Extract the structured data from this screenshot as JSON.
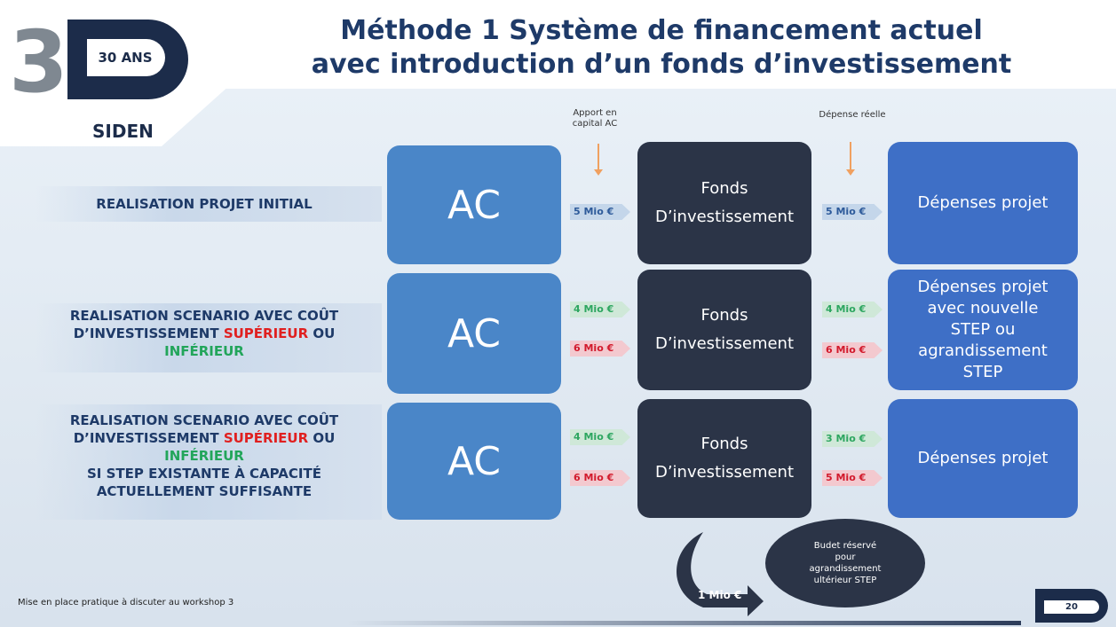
{
  "logo": {
    "number": "3",
    "years": "30 ANS",
    "brand": "SIDEN"
  },
  "title": {
    "line1": "Méthode 1 Système de financement actuel",
    "line2": "avec introduction d’un fonds d’investissement"
  },
  "column_notes": {
    "apport": [
      "Apport en",
      "capital AC"
    ],
    "depense": "Dépense réelle"
  },
  "rows": [
    {
      "label": "REALISATION PROJET INITIAL",
      "ac": "AC",
      "fonds": [
        "Fonds",
        "D’investissement"
      ],
      "left_tags": [
        "5 Mio €"
      ],
      "right_tags": [
        "5 Mio €"
      ],
      "depenses": [
        "Dépenses projet"
      ]
    },
    {
      "label_parts": [
        "REALISATION SCENARIO AVEC COÛT",
        "D’INVESTISSEMENT ",
        "SUPÉRIEUR",
        " OU",
        "INFÉRIEUR"
      ],
      "ac": "AC",
      "fonds": [
        "Fonds",
        "D’investissement"
      ],
      "left_tags": [
        "4 Mio €",
        "6 Mio €"
      ],
      "right_tags": [
        "4 Mio €",
        "6 Mio €"
      ],
      "depenses": [
        "Dépenses projet",
        "avec nouvelle",
        "STEP ou",
        "agrandissement",
        "STEP"
      ]
    },
    {
      "label_parts": [
        "REALISATION SCENARIO AVEC COÛT",
        "D’INVESTISSEMENT ",
        "SUPÉRIEUR",
        " OU",
        "INFÉRIEUR",
        "SI STEP EXISTANTE À CAPACITÉ",
        "ACTUELLEMENT SUFFISANTE"
      ],
      "ac": "AC",
      "fonds": [
        "Fonds",
        "D’investissement"
      ],
      "left_tags": [
        "4 Mio €",
        "6 Mio €"
      ],
      "right_tags": [
        "3 Mio €",
        "5 Mio €"
      ],
      "depenses": [
        "Dépenses projet"
      ]
    }
  ],
  "transfer": "1 Mio €",
  "budget": [
    "Budet réservé",
    "pour",
    "agrandissement",
    "ultérieur STEP"
  ],
  "footnote": "Mise en place pratique à discuter au workshop 3",
  "page_number": "20",
  "colors": {
    "title": "#1e3a68",
    "ac": "#4a86c8",
    "fonds": "#2b3447",
    "depenses": "#3e6fc6",
    "superieur": "#e02020",
    "inferieur": "#22a55a"
  }
}
